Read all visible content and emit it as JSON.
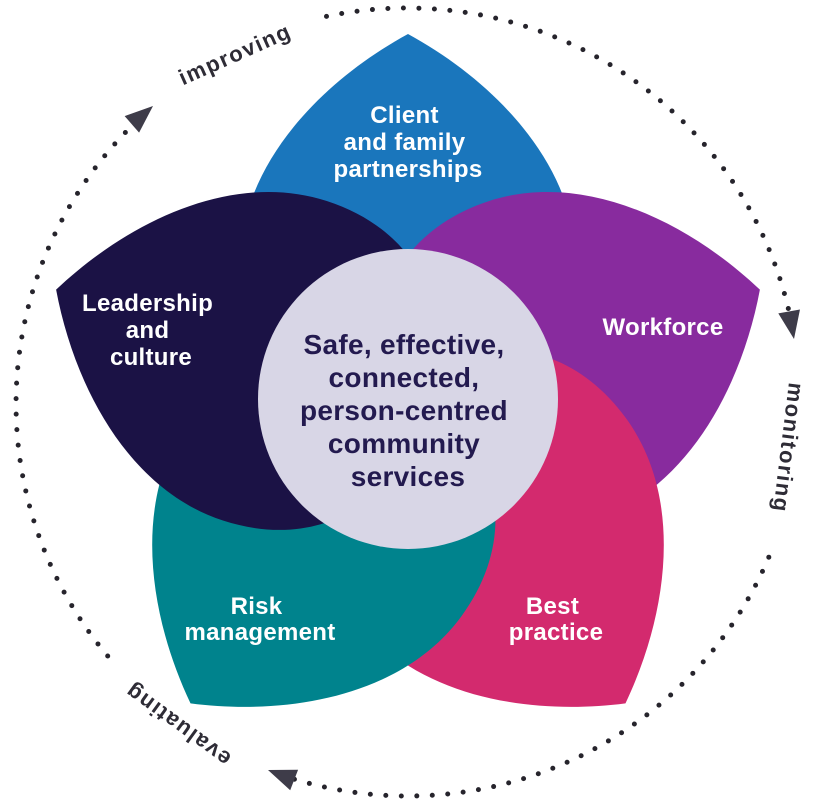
{
  "center": {
    "fill": "#d8d6e6",
    "text_color": "#231a4f",
    "lines": [
      "Safe, effective,",
      "connected,",
      "person-centred",
      "community",
      "services"
    ]
  },
  "petals": [
    {
      "key": "client-and-family-partnerships",
      "color": "#1a76bc",
      "lines": [
        "Client",
        "and family",
        "partnerships"
      ]
    },
    {
      "key": "workforce",
      "color": "#882b9e",
      "lines": [
        "Workforce"
      ]
    },
    {
      "key": "best-practice",
      "color": "#d32a6e",
      "lines": [
        "Best",
        "practice"
      ]
    },
    {
      "key": "risk-management",
      "color": "#00838d",
      "lines": [
        "Risk",
        "management"
      ]
    },
    {
      "key": "leadership-and-culture",
      "color": "#1b1245",
      "lines": [
        "Leadership",
        "and",
        "culture"
      ]
    }
  ],
  "overlap_colors": {
    "client_workforce": "#653c98",
    "workforce_best_practice": "#8d2480",
    "best_practice_risk_management": "#54345c",
    "risk_management_leadership": "#14586b",
    "leadership_client": "#2b4b80"
  },
  "cycle": {
    "label_color": "#2e2c36",
    "dot_color": "#26242c",
    "arrow_color": "#3e3c49",
    "labels": [
      "improving",
      "monitoring",
      "evaluating"
    ]
  }
}
